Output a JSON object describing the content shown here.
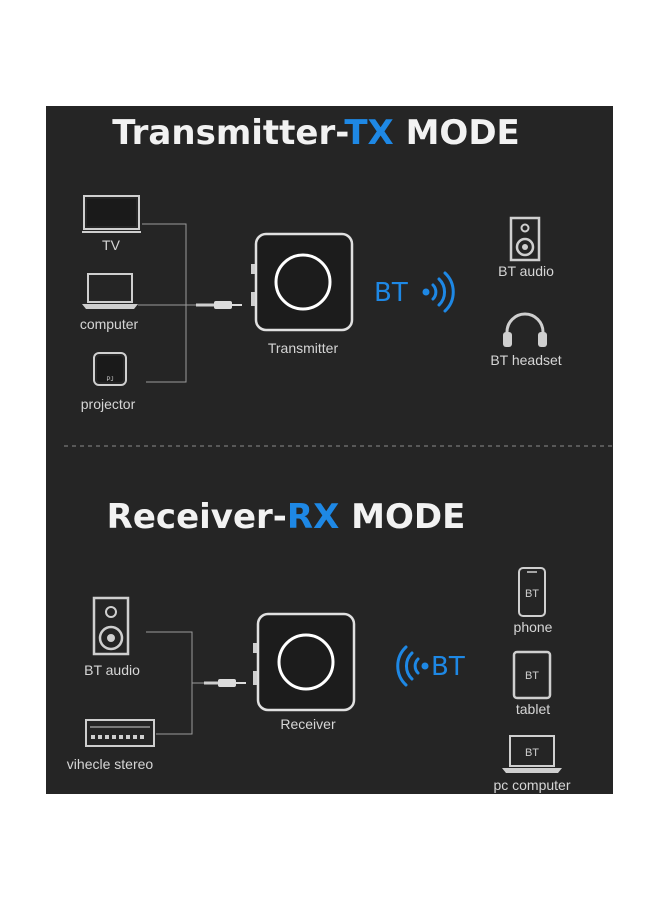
{
  "tx": {
    "title_prefix": "Transmitter-",
    "title_mode": "TX",
    "title_suffix": " MODE",
    "sources": [
      "TV",
      "computer",
      "projector"
    ],
    "device_label": "Transmitter",
    "bt_label": "BT",
    "outputs": [
      "BT audio",
      "BT headset"
    ]
  },
  "rx": {
    "title_prefix": "Receiver-",
    "title_mode": "RX",
    "title_suffix": " MODE",
    "outputs": [
      "BT audio",
      "vihecle stereo"
    ],
    "device_label": "Receiver",
    "bt_label": "BT",
    "sources": [
      "phone",
      "tablet",
      "pc computer"
    ],
    "icon_text": "BT"
  },
  "colors": {
    "background": "#252525",
    "text": "#d6d6d6",
    "accent_blue": "#1e88e5",
    "title_white": "#f2f2f2"
  },
  "icons": [
    "tv-icon",
    "laptop-icon",
    "projector-icon",
    "speaker-icon",
    "headphones-icon",
    "phone-icon",
    "tablet-icon",
    "car-stereo-icon",
    "signal-waves-icon"
  ]
}
